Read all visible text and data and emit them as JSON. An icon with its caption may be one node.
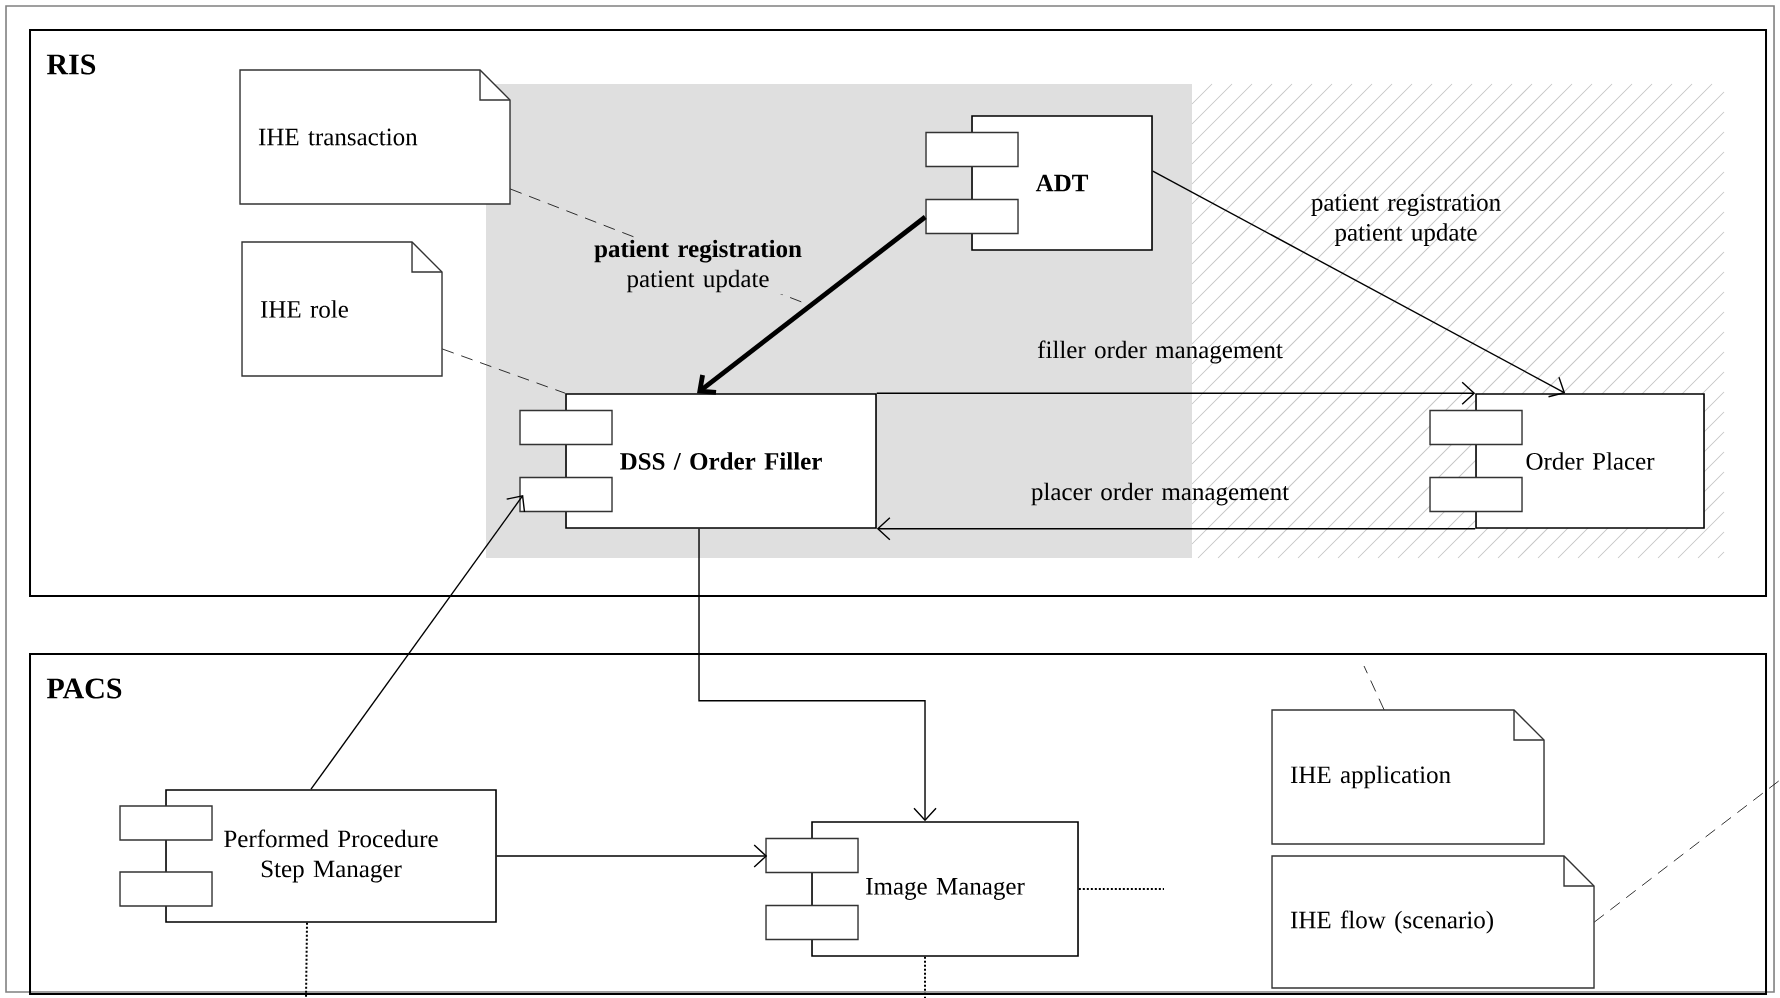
{
  "diagram": {
    "nodes": [
      {
        "text": [
          "RIS"
        ]
      },
      {
        "text": [
          "PACS"
        ]
      },
      {
        "text": [
          "IHE transaction"
        ],
        "in": 0
      },
      {
        "text": [
          "IHE role"
        ],
        "in": 0
      },
      {
        "text": [
          "ADT"
        ],
        "in": 0
      },
      {
        "text": [
          "DSS / Order Filler"
        ],
        "in": 0
      },
      {
        "text": [
          "Order Placer"
        ],
        "in": 0
      },
      {
        "text": [
          "Performed Procedure Step Manager"
        ],
        "in": 1
      },
      {
        "text": [
          "Image Manager"
        ],
        "in": 1
      },
      {
        "text": [
          "IHE application"
        ],
        "in": 1
      },
      {
        "text": [
          "IHE flow (scenario)"
        ],
        "in": 1
      }
    ],
    "edges": [
      {
        "from": 4,
        "to": 5,
        "arrow": "to",
        "style": "thick",
        "label": "**patient registration** patient update"
      },
      {
        "from": 4,
        "to": 6,
        "arrow": "to",
        "label": "patient registration patient update"
      },
      {
        "from": 5,
        "to": 6,
        "arrow": "to",
        "label": "filler order management"
      },
      {
        "from": 6,
        "to": 5,
        "arrow": "to",
        "label": "placer order management"
      },
      {
        "from": 5,
        "to": 8,
        "arrow": "to"
      },
      {
        "from": 7,
        "to": 5,
        "arrow": "to"
      },
      {
        "from": 7,
        "to": 8,
        "arrow": "to"
      },
      {
        "from": 2,
        "to": null,
        "arrow": "none",
        "style": "dashed"
      },
      {
        "from": 3,
        "to": 5,
        "arrow": "none",
        "style": "dashed"
      },
      {
        "from": 9,
        "to": null,
        "arrow": "none",
        "style": "dashed"
      },
      {
        "from": 10,
        "to": null,
        "arrow": "none",
        "style": "dashed"
      },
      {
        "from": 7,
        "to": null,
        "arrow": "none",
        "style": "dashed"
      },
      {
        "from": 8,
        "to": null,
        "arrow": "none",
        "style": "dashed"
      },
      {
        "from": 8,
        "to": null,
        "arrow": "none",
        "style": "dashed"
      }
    ]
  }
}
